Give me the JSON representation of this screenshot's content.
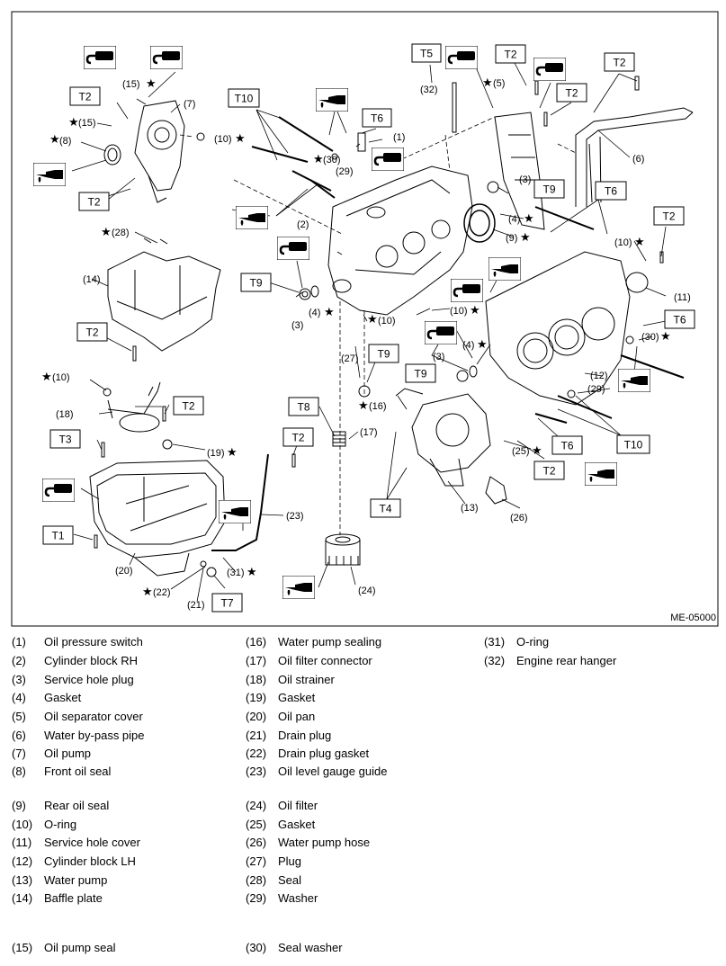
{
  "figure_code": "ME-05000",
  "star": "★",
  "torque_labels": {
    "t1": "T1",
    "t2": "T2",
    "t3": "T3",
    "t4": "T4",
    "t5": "T5",
    "t6": "T6",
    "t7": "T7",
    "t8": "T8",
    "t9": "T9",
    "t10": "T10"
  },
  "callouts": {
    "c1": "(1)",
    "c2": "(2)",
    "c3": "(3)",
    "c4": "(4)",
    "c5": "(5)",
    "c6": "(6)",
    "c7": "(7)",
    "c8": "(8)",
    "c9": "(9)",
    "c10": "(10)",
    "c11": "(11)",
    "c12": "(12)",
    "c13": "(13)",
    "c14": "(14)",
    "c15": "(15)",
    "c16": "(16)",
    "c17": "(17)",
    "c18": "(18)",
    "c19": "(19)",
    "c20": "(20)",
    "c21": "(21)",
    "c22": "(22)",
    "c23": "(23)",
    "c24": "(24)",
    "c25": "(25)",
    "c26": "(26)",
    "c27": "(27)",
    "c28": "(28)",
    "c29": "(29)",
    "c30": "(30)",
    "c31": "(31)",
    "c32": "(32)"
  },
  "legend": [
    {
      "num": "(1)",
      "name": "Oil pressure switch"
    },
    {
      "num": "(2)",
      "name": "Cylinder block RH"
    },
    {
      "num": "(3)",
      "name": "Service hole plug"
    },
    {
      "num": "(4)",
      "name": "Gasket"
    },
    {
      "num": "(5)",
      "name": "Oil separator cover"
    },
    {
      "num": "(6)",
      "name": "Water by-pass pipe"
    },
    {
      "num": "(7)",
      "name": "Oil pump"
    },
    {
      "num": "(8)",
      "name": "Front oil seal"
    },
    {
      "num": "(9)",
      "name": "Rear oil seal"
    },
    {
      "num": "(10)",
      "name": "O-ring"
    },
    {
      "num": "(11)",
      "name": "Service hole cover"
    },
    {
      "num": "(12)",
      "name": "Cylinder block LH"
    },
    {
      "num": "(13)",
      "name": "Water pump"
    },
    {
      "num": "(14)",
      "name": "Baffle plate"
    },
    {
      "num": "(15)",
      "name": "Oil pump seal"
    },
    {
      "num": "(16)",
      "name": "Water pump sealing"
    },
    {
      "num": "(17)",
      "name": "Oil filter connector"
    },
    {
      "num": "(18)",
      "name": "Oil strainer"
    },
    {
      "num": "(19)",
      "name": "Gasket"
    },
    {
      "num": "(20)",
      "name": "Oil pan"
    },
    {
      "num": "(21)",
      "name": "Drain plug"
    },
    {
      "num": "(22)",
      "name": "Drain plug gasket"
    },
    {
      "num": "(23)",
      "name": "Oil level gauge guide"
    },
    {
      "num": "(24)",
      "name": "Oil filter"
    },
    {
      "num": "(25)",
      "name": "Gasket"
    },
    {
      "num": "(26)",
      "name": "Water pump hose"
    },
    {
      "num": "(27)",
      "name": "Plug"
    },
    {
      "num": "(28)",
      "name": "Seal"
    },
    {
      "num": "(29)",
      "name": "Washer"
    },
    {
      "num": "(30)",
      "name": "Seal washer"
    },
    {
      "num": "(31)",
      "name": "O-ring"
    },
    {
      "num": "(32)",
      "name": "Engine rear hanger"
    }
  ]
}
